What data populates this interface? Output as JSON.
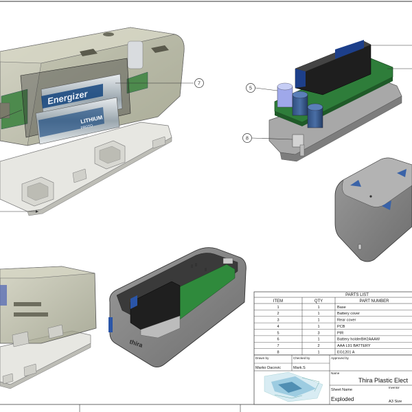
{
  "callouts": [
    {
      "num": "7"
    },
    {
      "num": "5"
    },
    {
      "num": "8"
    }
  ],
  "battery_label": {
    "brand": "Energizer",
    "type": "LITHIUM",
    "sub": "PROTO"
  },
  "enclosure_logo": "thira",
  "parts_list": {
    "title": "PARTS LIST",
    "headers": {
      "item": "ITEM",
      "qty": "QTY",
      "part": "PART NUMBER"
    },
    "rows": [
      {
        "item": "1",
        "qty": "1",
        "part": "Base"
      },
      {
        "item": "2",
        "qty": "1",
        "part": "Battery cover"
      },
      {
        "item": "3",
        "qty": "1",
        "part": "Rear cover"
      },
      {
        "item": "4",
        "qty": "1",
        "part": "PCB"
      },
      {
        "item": "5",
        "qty": "3",
        "part": "PIR"
      },
      {
        "item": "6",
        "qty": "1",
        "part": "Battery holderBH2AAAW"
      },
      {
        "item": "7",
        "qty": "2",
        "part": "AAA L91 BATTERY"
      },
      {
        "item": "8",
        "qty": "1",
        "part": "EG1201 A"
      }
    ]
  },
  "title_block": {
    "drawn_by_label": "Drawn by",
    "drawn_by": "Marko Dacovic",
    "checked_by_label": "Checked by",
    "checked_by": "Mark.S",
    "approved_by_label": "Approved by",
    "name_label": "Name",
    "name_value": "Thira Plastic Elect",
    "sheet_name_label": "Sheet Name",
    "sheet_name_value": "Exploded",
    "inventor_label": "Inventor",
    "size_label": "A3 Size"
  }
}
